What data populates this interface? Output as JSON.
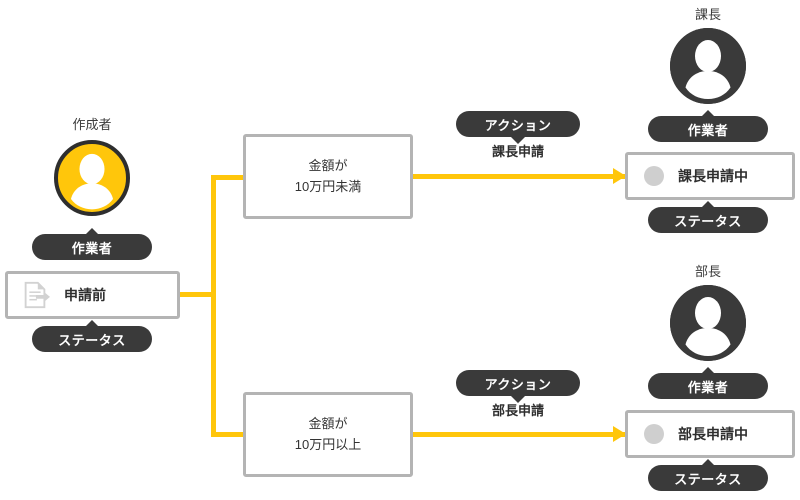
{
  "diagram": {
    "title": "Approval workflow branching by amount",
    "accent_color": "#FFC60B",
    "dark_color": "#3A3A3A",
    "border_color": "#B4B4B4"
  },
  "start": {
    "role_caption": "作成者",
    "avatar_pill": "作業者",
    "status_label": "申請前",
    "status_pill": "ステータス",
    "status_icon": "document-arrow-icon"
  },
  "branches": [
    {
      "condition_line1": "金額が",
      "condition_line2": "10万円未満",
      "action_pill": "アクション",
      "action_label": "課長申請",
      "target_role_caption": "課長",
      "target_avatar_pill": "作業者",
      "target_status_label": "課長申請中",
      "target_status_pill": "ステータス",
      "target_status_icon": "gray-circle-icon"
    },
    {
      "condition_line1": "金額が",
      "condition_line2": "10万円以上",
      "action_pill": "アクション",
      "action_label": "部長申請",
      "target_role_caption": "部長",
      "target_avatar_pill": "作業者",
      "target_status_label": "部長申請中",
      "target_status_pill": "ステータス",
      "target_status_icon": "gray-circle-icon"
    }
  ]
}
